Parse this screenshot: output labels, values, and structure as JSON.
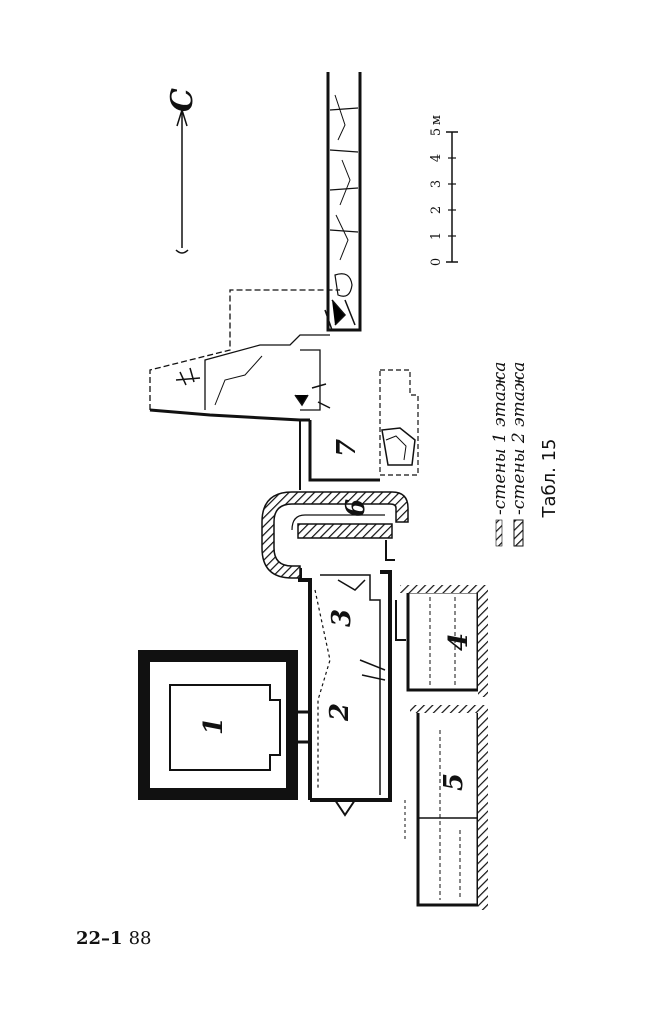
{
  "north_label": "C",
  "rooms": [
    "1",
    "2",
    "3",
    "4",
    "5",
    "6",
    "7"
  ],
  "scale": {
    "ticks": [
      "0",
      "1",
      "2",
      "3",
      "4",
      "5"
    ],
    "unit": "м"
  },
  "legend": {
    "floor1": "-стены 1 этажа",
    "floor2": "-стены 2 этажа"
  },
  "table_caption": "Табл. 15",
  "footer": {
    "code": "22–1",
    "page": "88"
  }
}
